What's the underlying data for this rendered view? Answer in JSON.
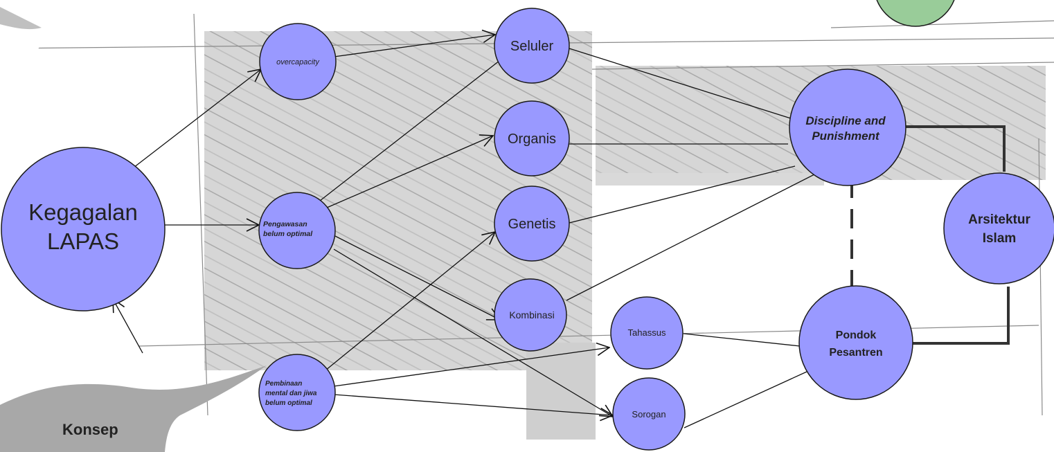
{
  "colors": {
    "node_fill": "#9999ff",
    "node_stroke": "#1a1a1a",
    "edge": "#111111",
    "thick_edge": "#333333",
    "green_accent": "#99cc99",
    "sketch_gray": "#c9c9c9",
    "tab_gray": "#a8a8a8"
  },
  "tab": {
    "label": "Konsep"
  },
  "nodes": {
    "kegagalan": {
      "lines": [
        "Kegagalan",
        "LAPAS"
      ]
    },
    "overcapacity": {
      "lines": [
        "overcapacity"
      ]
    },
    "pengawasan": {
      "lines": [
        "Pengawasan",
        "belum optimal"
      ]
    },
    "pembinaan": {
      "lines": [
        "Pembinaan",
        "mental dan jiwa",
        "belum optimal"
      ]
    },
    "seluler": {
      "lines": [
        "Seluler"
      ]
    },
    "organis": {
      "lines": [
        "Organis"
      ]
    },
    "genetis": {
      "lines": [
        "Genetis"
      ]
    },
    "kombinasi": {
      "lines": [
        "Kombinasi"
      ]
    },
    "tahassus": {
      "lines": [
        "Tahassus"
      ]
    },
    "sorogan": {
      "lines": [
        "Sorogan"
      ]
    },
    "discipline": {
      "lines": [
        "Discipline and",
        "Punishment"
      ]
    },
    "pondok": {
      "lines": [
        "Pondok",
        "Pesantren"
      ]
    },
    "arsitektur": {
      "lines": [
        "Arsitektur",
        "Islam"
      ]
    }
  }
}
